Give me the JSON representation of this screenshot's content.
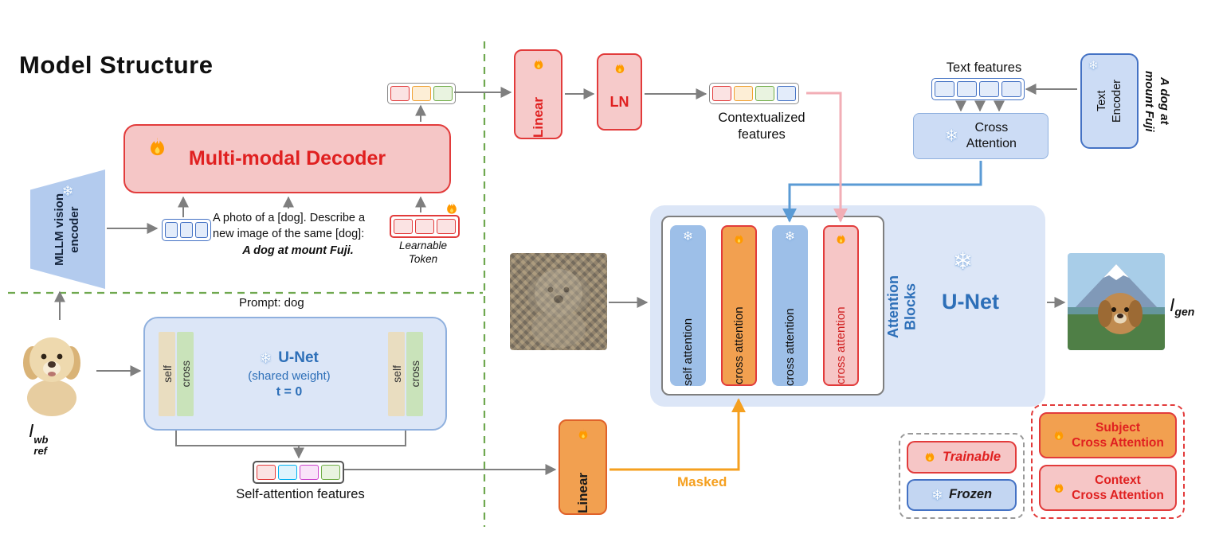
{
  "title": "Model Structure",
  "icons": {
    "snowflake": "❄"
  },
  "colors": {
    "red": "#e02020",
    "blue": "#2d6fb8",
    "orange": "#f2a050",
    "pink": "#f6c6c6",
    "light_blue": "#ccdcf5",
    "green_dash": "#6fa84f"
  },
  "left": {
    "encoder_label": "MLLM vision\nencoder",
    "decoder_label": "Multi-modal Decoder",
    "prompt_normal": "A photo of a [dog]. Describe a new image of the same [dog]:",
    "prompt_bold": "A dog at mount Fuji.",
    "learnable_label": "Learnable\nToken",
    "ref_image_label": {
      "base": "I",
      "sup": "wb",
      "sub": "ref"
    },
    "shared_unet": {
      "prompt": "Prompt: dog",
      "name": "U-Net",
      "weight": "(shared weight)",
      "t": "t = 0",
      "self_label": "self",
      "cross_label": "cross"
    },
    "self_features_label": "Self-attention features"
  },
  "top": {
    "linear_label": "Linear",
    "ln_label": "LN",
    "context_features_label": "Contextualized\nfeatures",
    "text_features_label": "Text features",
    "text_encoder_label": "Text\nEncoder",
    "text_encoder_caption": "A dog at\nmount Fuji",
    "cross_attention_label": "Cross\nAttention"
  },
  "main": {
    "attention_blocks_label": "Attention\nBlocks",
    "unet_label": "U-Net",
    "columns": [
      {
        "label": "self attention"
      },
      {
        "label": "cross attention"
      },
      {
        "label": "cross attention"
      },
      {
        "label": "cross attention"
      }
    ],
    "gen_image_label": {
      "base": "I",
      "sub": "gen"
    },
    "masked_label": "Masked",
    "linear_label": "Linear"
  },
  "legend": {
    "trainable": "Trainable",
    "frozen": "Frozen",
    "subject": "Subject\nCross Attention",
    "context": "Context\nCross Attention"
  }
}
